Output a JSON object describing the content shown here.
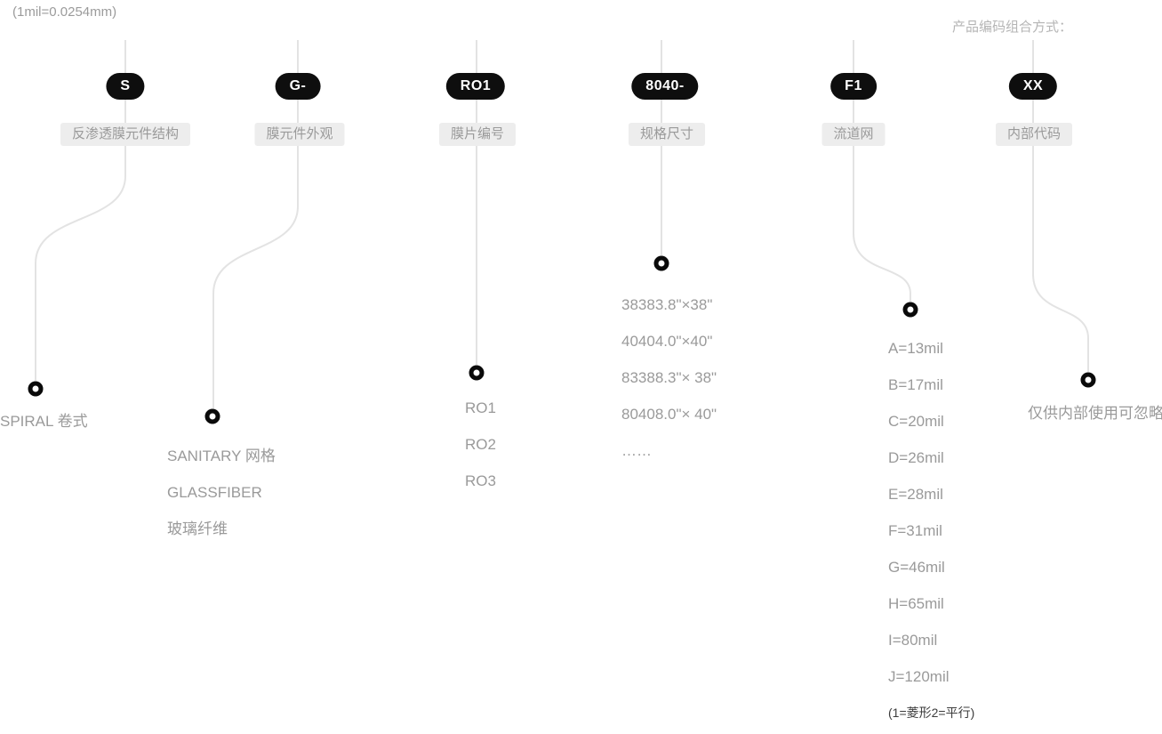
{
  "page": {
    "note": "(1mil=0.0254mm)",
    "title": "产品编码组合方式："
  },
  "colors": {
    "pill_bg": "#0e0e0e",
    "pill_text": "#ffffff",
    "tag_bg": "#ededed",
    "muted_text": "#9a9a9a",
    "wire": "#e3e3e3",
    "marker": "#0a0a0a"
  },
  "columns": [
    {
      "code": "S",
      "label": "反渗透膜元件结构",
      "items": [
        "SPIRAL 卷式"
      ]
    },
    {
      "code": "G-",
      "label": "膜元件外观",
      "items": [
        "SANITARY 网格",
        "GLASSFIBER",
        "玻璃纤维"
      ]
    },
    {
      "code": "RO1",
      "label": "膜片编号",
      "items": [
        "RO1",
        "RO2",
        "RO3"
      ]
    },
    {
      "code": "8040-",
      "label": "规格尺寸",
      "items": [
        "38383.8\"×38\"",
        "40404.0\"×40\"",
        "83388.3\"× 38\"",
        "80408.0\"× 40\"",
        "……"
      ]
    },
    {
      "code": "F1",
      "label": "流道网",
      "items": [
        "A=13mil",
        "B=17mil",
        "C=20mil",
        "D=26mil",
        "E=28mil",
        "F=31mil",
        "G=46mil",
        "H=65mil",
        "I=80mil",
        "J=120mil"
      ],
      "note": "(1=菱形2=平行)"
    },
    {
      "code": "XX",
      "label": "内部代码",
      "items": [
        "仅供内部使用可忽略"
      ]
    }
  ]
}
